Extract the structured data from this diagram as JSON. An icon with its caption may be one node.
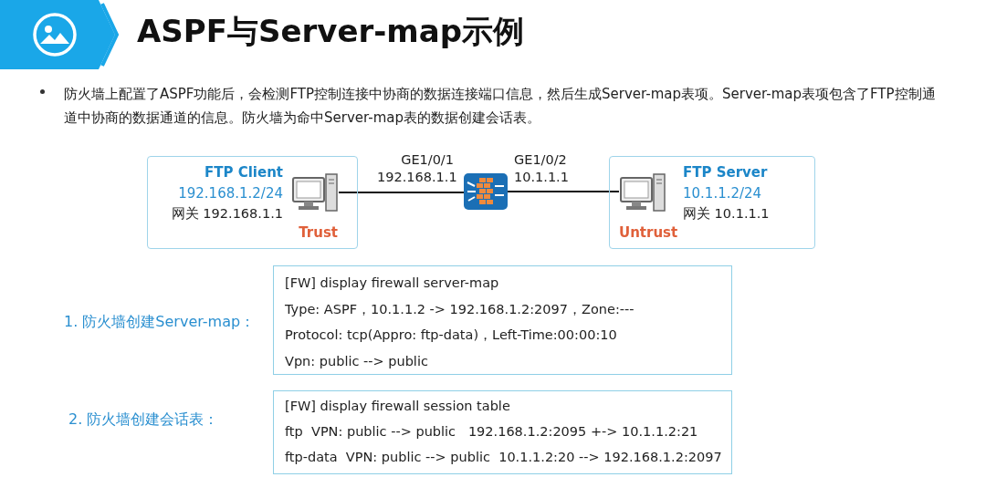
{
  "diagram": {
    "title": "ASPF与Server-map示例",
    "nodes": [
      {
        "text": [
          "FTP Client",
          "192.168.1.2/24",
          "网关 192.168.1.1",
          "Trust"
        ]
      },
      {
        "text": [],
        "shape": "computer",
        "in": 0
      },
      {
        "text": [],
        "shape": "firewall"
      },
      {
        "text": [
          "FTP Server",
          "10.1.1.2/24",
          "网关 10.1.1.1",
          "Untrust"
        ]
      },
      {
        "text": [],
        "shape": "computer",
        "in": 3
      },
      {
        "text": [
          "[FW] display firewall server-map",
          "Type: ASPF，10.1.1.2 -> 192.168.1.2:2097，Zone:---",
          "Protocol: tcp(Appro: ftp-data)，Left-Time:00:00:10",
          "Vpn: public --> public"
        ]
      },
      {
        "text": [
          "[FW] display firewall session table",
          "ftp  VPN: public --> public   192.168.1.2:2095 +-> 10.1.1.2:21",
          "ftp-data  VPN: public --> public  10.1.1.2:20 --> 192.168.1.2:2097"
        ]
      }
    ],
    "edges": [
      {
        "from": 1,
        "to": 2,
        "arrow": "none",
        "label": "GE1/0/1 192.168.1.1"
      },
      {
        "from": 2,
        "to": 4,
        "arrow": "none",
        "label": "GE1/0/2 10.1.1.1"
      }
    ],
    "labels": [
      "防火墙上配置了ASPF功能后，会检测FTP控制连接中协商的数据连接端口信息，然后生成Server-map表项。Server-map表项包含了FTP控制通道中协商的数据通道的信息。防火墙为命中Server-map表的数据创建会话表。",
      "1. 防火墙创建Server-map：",
      "2. 防火墙创建会话表："
    ]
  }
}
